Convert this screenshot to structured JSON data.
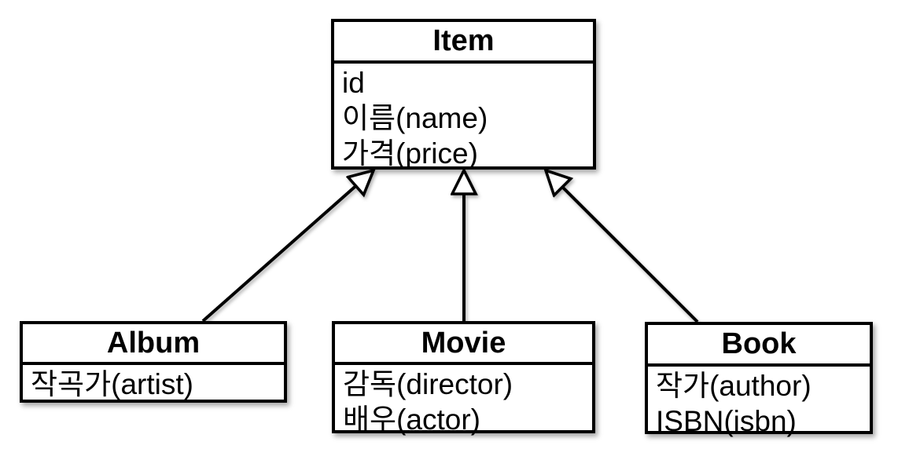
{
  "diagram": {
    "kind": "uml-class-diagram",
    "colors": {
      "line": "#000000",
      "box_fill": "#ffffff",
      "text": "#000000",
      "background": "#ffffff"
    },
    "classes": {
      "item": {
        "name": "Item",
        "attributes": [
          "id",
          "이름(name)",
          "가격(price)"
        ]
      },
      "album": {
        "name": "Album",
        "attributes": [
          "작곡가(artist)"
        ]
      },
      "movie": {
        "name": "Movie",
        "attributes": [
          "감독(director)",
          "배우(actor)"
        ]
      },
      "book": {
        "name": "Book",
        "attributes": [
          "작가(author)",
          "ISBN(isbn)"
        ]
      }
    },
    "relationships": [
      {
        "from": "Album",
        "to": "Item",
        "type": "generalization"
      },
      {
        "from": "Movie",
        "to": "Item",
        "type": "generalization"
      },
      {
        "from": "Book",
        "to": "Item",
        "type": "generalization"
      }
    ]
  }
}
